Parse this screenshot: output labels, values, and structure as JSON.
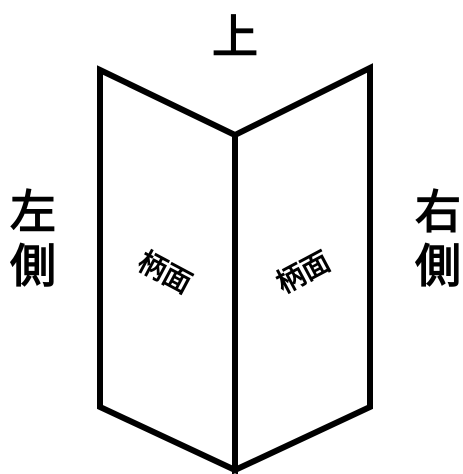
{
  "labels": {
    "top": "上",
    "left": [
      "左",
      "側"
    ],
    "right": [
      "右",
      "側"
    ]
  },
  "panels": {
    "left_text": "柄面",
    "right_text": "柄面"
  },
  "colors": {
    "stroke": "#000000",
    "fill": "#ffffff"
  }
}
